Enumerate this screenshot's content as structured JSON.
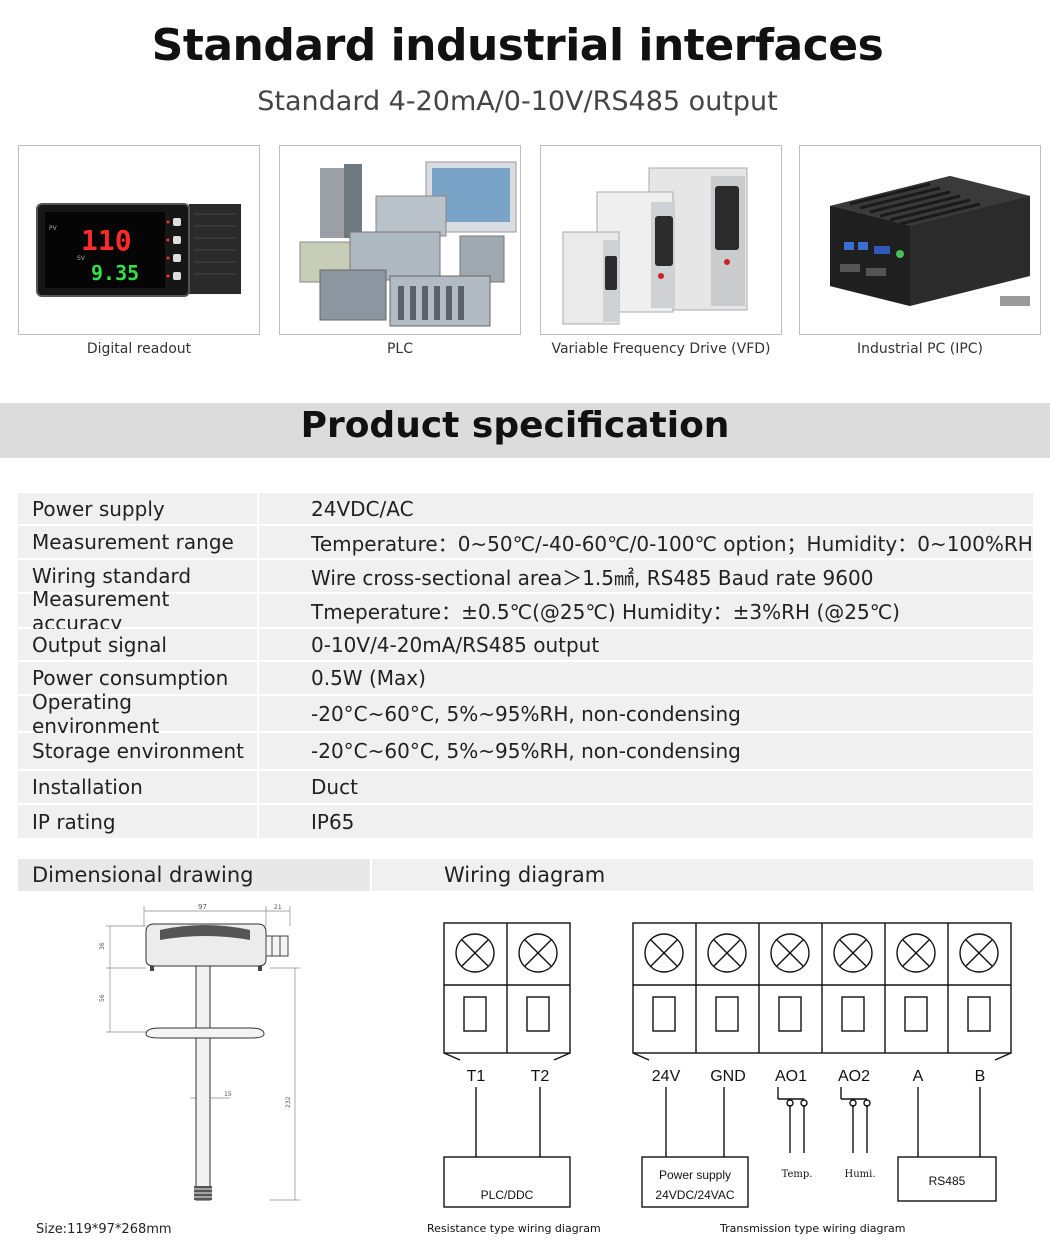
{
  "header": {
    "title": "Standard industrial interfaces",
    "subtitle": "Standard 4-20mA/0-10V/RS485 output"
  },
  "devices": [
    {
      "label": "Digital readout",
      "readout": {
        "pv_label": "PV",
        "pv": "110",
        "sv_label": "SV",
        "sv": "9.35"
      }
    },
    {
      "label": "PLC"
    },
    {
      "label": "Variable Frequency Drive (VFD)"
    },
    {
      "label": "Industrial PC (IPC)"
    }
  ],
  "spec_section": {
    "title": "Product specification",
    "rows": [
      {
        "key": "Power supply",
        "value": "24VDC/AC"
      },
      {
        "key": "Measurement range",
        "value": "Temperature：0~50℃/-40-60℃/0-100℃ option；Humidity：0~100%RH"
      },
      {
        "key": "Wiring standard",
        "value": "Wire cross-sectional area＞1.5㎟, RS485 Baud rate 9600"
      },
      {
        "key": "Measurement accuracy",
        "value": "Tmeperature：±0.5℃(@25℃)   Humidity：±3%RH (@25℃)"
      },
      {
        "key": "Output signal",
        "value": "0-10V/4-20mA/RS485 output"
      },
      {
        "key": "Power consumption",
        "value": "0.5W (Max)"
      },
      {
        "key": "Operating environment",
        "value": "-20°C~60°C,  5%~95%RH, non-condensing"
      },
      {
        "key": "Storage environment",
        "value": "-20°C~60°C,  5%~95%RH, non-condensing"
      },
      {
        "key": "Installation",
        "value": "Duct"
      },
      {
        "key": "IP rating",
        "value": "IP65"
      }
    ]
  },
  "dimensional": {
    "heading": "Dimensional drawing",
    "dims": {
      "width": "97",
      "side": "21",
      "head": "36",
      "upper": "56",
      "probe_dia": "15",
      "length": "232"
    },
    "size_label": "Size:119*97*268mm"
  },
  "wiring": {
    "heading": "Wiring diagram",
    "resistance": {
      "terminals": [
        "T1",
        "T2"
      ],
      "device": "PLC/DDC",
      "caption": "Resistance type wiring diagram"
    },
    "transmission": {
      "terminals": [
        "24V",
        "GND",
        "AO1",
        "AO2",
        "A",
        "B"
      ],
      "power_label_1": "Power supply",
      "power_label_2": "24VDC/24VAC",
      "temp_label": "Temp.",
      "humi_label": "Humi.",
      "rs485_label": "RS485",
      "caption": "Transmission type wiring diagram"
    }
  }
}
